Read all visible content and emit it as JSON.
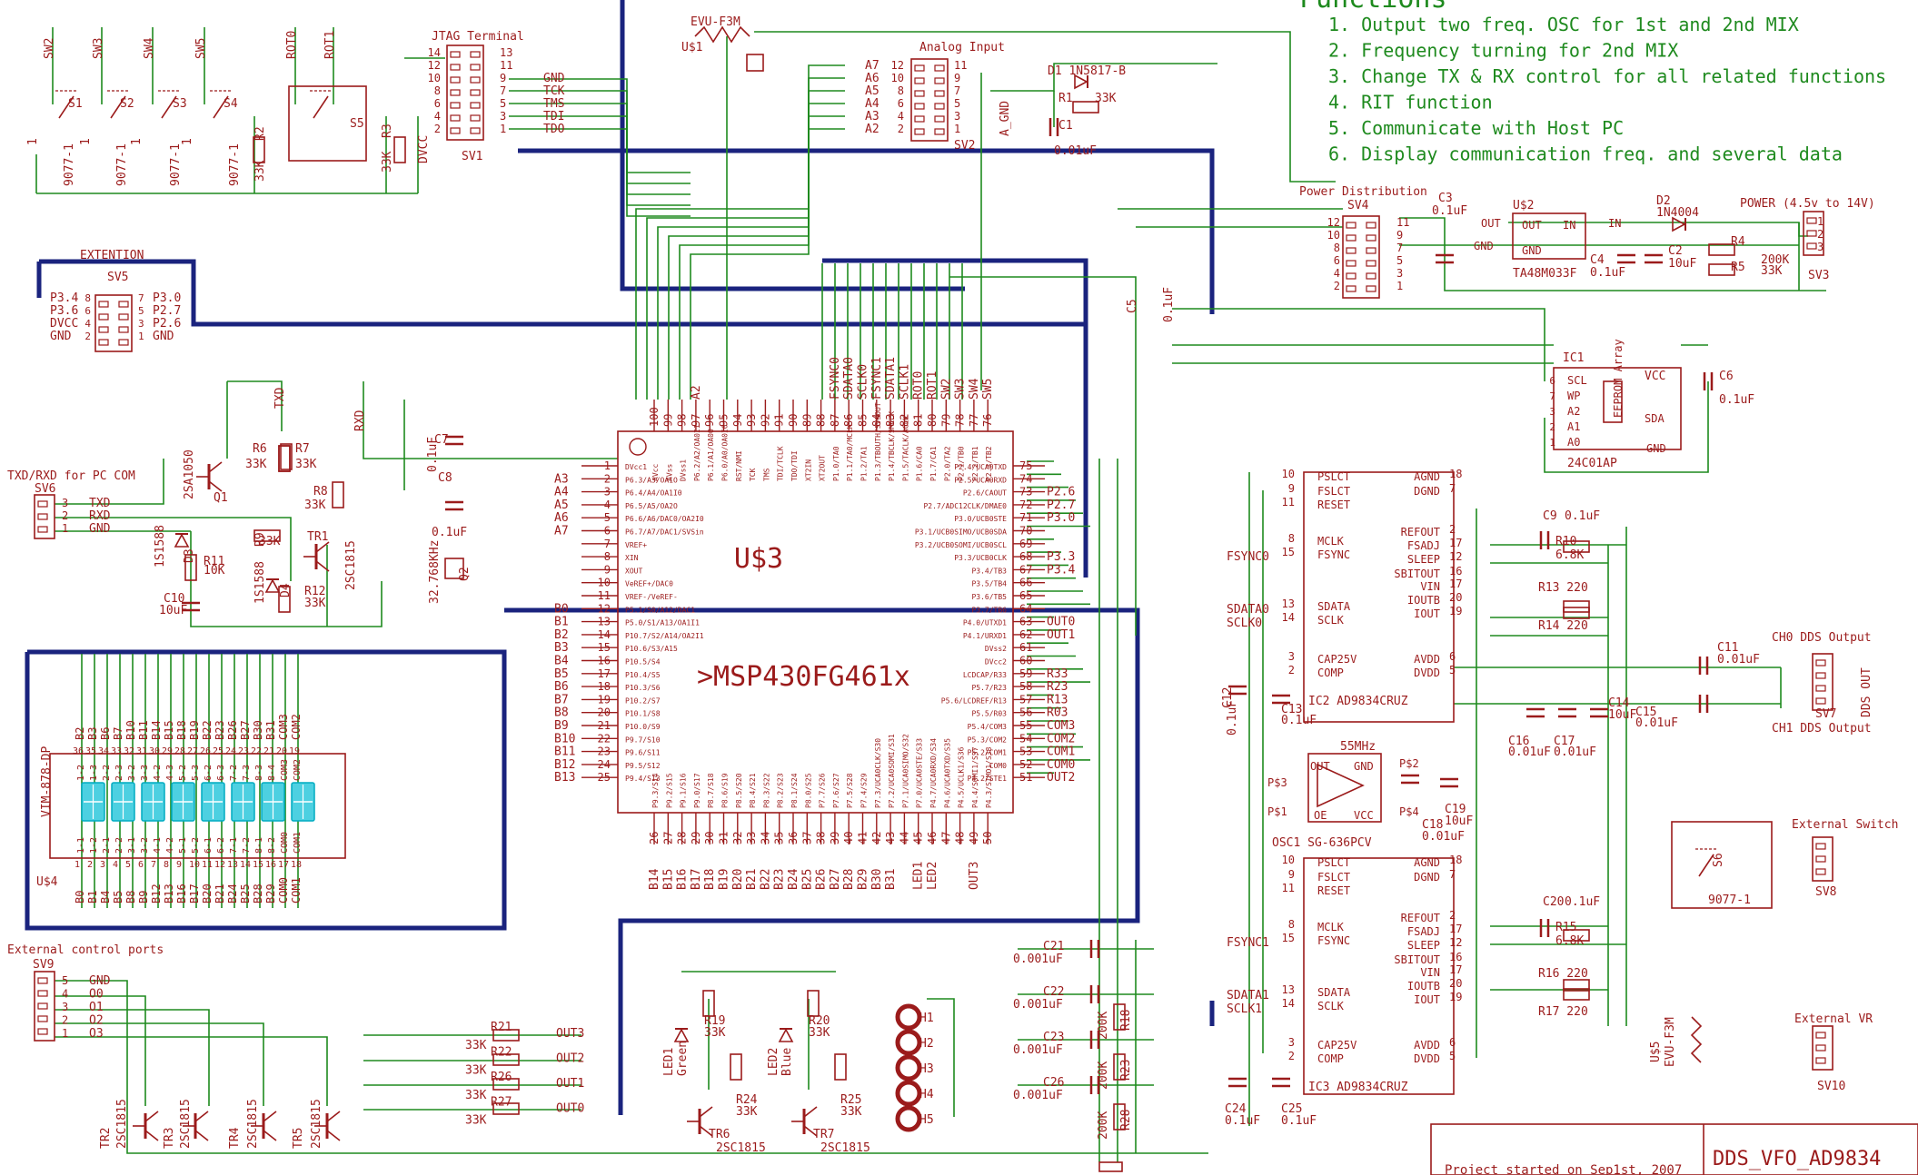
{
  "colors": {
    "wire": "#1e8a1e",
    "part": "#9b1b1b",
    "bus": "#1a237e",
    "functions_text": "#1e8a1e",
    "lcd_segment": "#4dd0e1"
  },
  "functions": {
    "title": "Functions",
    "items": [
      "1. Output two freq. OSC for 1st and 2nd MIX",
      "2. Frequency turning for 2nd MIX",
      "3. Change TX & RX control for all related functions",
      "4. RIT function",
      "5. Communicate with Host PC",
      "6. Display communication freq. and several data"
    ]
  },
  "title_block": {
    "name": "DDS_VFO_AD9834",
    "note": "Project started on Sep1st, 2007"
  },
  "mcu": {
    "ref": "U$3",
    "value": ">MSP430FG461x",
    "left_pin_nums": [
      "1",
      "2",
      "3",
      "4",
      "5",
      "6",
      "7",
      "8",
      "9",
      "10",
      "11",
      "12",
      "13",
      "14",
      "15",
      "16",
      "17",
      "18",
      "19",
      "20",
      "21",
      "22",
      "23",
      "24",
      "25"
    ],
    "left_pin_names": [
      "DVcc1",
      "P6.3/A3/OA1O",
      "P6.4/A4/OA1I0",
      "P6.5/A5/OA2O",
      "P6.6/A6/DAC0/OA2I0",
      "P6.7/A7/DAC1/SVSin",
      "VREF+",
      "XIN",
      "XOUT",
      "VeREF+/DAC0",
      "VREF-/VeREF-",
      "P5.1/S0/A12/DAC1",
      "P5.0/S1/A13/OA1I1",
      "P10.7/S2/A14/OA2I1",
      "P10.6/S3/A15",
      "P10.5/S4",
      "P10.4/S5",
      "P10.3/S6",
      "P10.2/S7",
      "P10.1/S8",
      "P10.0/S9",
      "P9.7/S10",
      "P9.6/S11",
      "P9.5/S12",
      "P9.4/S13"
    ],
    "left_nets": [
      "",
      "A3",
      "A4",
      "A5",
      "A6",
      "A7",
      "",
      "",
      "",
      "",
      "",
      "B0",
      "B1",
      "B2",
      "B3",
      "B4",
      "B5",
      "B6",
      "B7",
      "B8",
      "B9",
      "B10",
      "B11",
      "B12",
      "B13"
    ],
    "right_pin_nums": [
      "75",
      "74",
      "73",
      "72",
      "71",
      "70",
      "69",
      "68",
      "67",
      "66",
      "65",
      "64",
      "63",
      "62",
      "61",
      "60",
      "59",
      "58",
      "57",
      "56",
      "55",
      "54",
      "53",
      "52",
      "51"
    ],
    "right_pin_names": [
      "P2.4/UCA0TXD",
      "P2.5/UCA0RXD",
      "P2.6/CAOUT",
      "P2.7/ADC12CLK/DMAE0",
      "P3.0/UCB0STE",
      "P3.1/UCB0SIMO/UCB0SDA",
      "P3.2/UCB0SOMI/UCB0SCL",
      "P3.3/UCB0CLK",
      "P3.4/TB3",
      "P3.5/TB4",
      "P3.6/TB5",
      "P3.7/TB6",
      "P4.0/UTXD1",
      "P4.1/URXD1",
      "DVss2",
      "DVcc2",
      "LCDCAP/R33",
      "P5.7/R23",
      "P5.6/LCDREF/R13",
      "P5.5/R03",
      "P5.4/COM3",
      "P5.3/COM2",
      "P5.2/COM1",
      "COM0",
      "P4.2/STE1"
    ],
    "right_nets": [
      "",
      "",
      "P2.6",
      "P2.7",
      "P3.0",
      "",
      "",
      "P3.3",
      "P3.4",
      "",
      "",
      "",
      "OUT0",
      "OUT1",
      "",
      "",
      "R33",
      "R23",
      "R13",
      "R03",
      "COM3",
      "COM2",
      "COM1",
      "COM0",
      "OUT2"
    ],
    "top_pin_nums": [
      "100",
      "99",
      "98",
      "97",
      "96",
      "95",
      "94",
      "93",
      "92",
      "91",
      "90",
      "89",
      "88",
      "87",
      "86",
      "85",
      "84",
      "83",
      "82",
      "81",
      "80",
      "79",
      "78",
      "77",
      "76"
    ],
    "top_pin_names": [
      "AVcc",
      "AVss",
      "DVss1",
      "P6.2/A2/OA0I1",
      "P6.1/A1/OA0O",
      "P6.0/A0/OA0I0",
      "RST/NMI",
      "TCK",
      "TMS",
      "TDI/TCLK",
      "TDO/TDI",
      "XT2IN",
      "XT2OUT",
      "P1.0/TA0",
      "P1.1/TA0/MCLK",
      "P1.2/TA1",
      "P1.3/TBOUTH/SVSOUT",
      "P1.4/TBCLK/SMCLK",
      "P1.5/TACLK/ACLK",
      "P1.6/CA0",
      "P1.7/CA1",
      "P2.0/TA2",
      "P2.1/TB0",
      "P2.2/TB1",
      "P2.3/TB2"
    ],
    "top_nets": [
      "",
      "",
      "",
      "A2",
      "",
      "",
      "",
      "",
      "",
      "",
      "",
      "",
      "",
      "FSYNC0",
      "SDATA0",
      "SCLK0",
      "FSYNC1",
      "SDATA1",
      "SCLK1",
      "ROT0",
      "ROT1",
      "SW2",
      "SW3",
      "SW4",
      "SW5"
    ],
    "bottom_pin_nums": [
      "26",
      "27",
      "28",
      "29",
      "30",
      "31",
      "32",
      "33",
      "34",
      "35",
      "36",
      "37",
      "38",
      "39",
      "40",
      "41",
      "42",
      "43",
      "44",
      "45",
      "46",
      "47",
      "48",
      "49",
      "50"
    ],
    "bottom_pin_names": [
      "P9.3/S14",
      "P9.2/S15",
      "P9.1/S16",
      "P9.0/S17",
      "P8.7/S18",
      "P8.6/S19",
      "P8.5/S20",
      "P8.4/S21",
      "P8.3/S22",
      "P8.2/S23",
      "P8.1/S24",
      "P8.0/S25",
      "P7.7/S26",
      "P7.6/S27",
      "P7.5/S28",
      "P7.4/S29",
      "P7.3/UCA0CLK/S30",
      "P7.2/UCA0SOMI/S31",
      "P7.1/UCA0SIMO/S32",
      "P7.0/UCA0STE/S33",
      "P4.7/UCA0RXD/S34",
      "P4.6/UCA0TXD/S35",
      "P4.5/UCLK1/S36",
      "P4.4/SOMI1/S37",
      "P4.3/SIMO1/S38"
    ],
    "bottom_nets": [
      "B14",
      "B15",
      "B16",
      "B17",
      "B18",
      "B19",
      "B20",
      "B21",
      "B22",
      "B23",
      "B24",
      "B25",
      "B26",
      "B27",
      "B28",
      "B29",
      "B30",
      "B31",
      "",
      "LED1",
      "LED2",
      "",
      "",
      "OUT3",
      ""
    ]
  },
  "jtag": {
    "title": "JTAG Terminal",
    "ref": "SV1",
    "pins_left": [
      "14",
      "12",
      "10",
      "8",
      "6",
      "4",
      "2"
    ],
    "pins_right": [
      "13",
      "11",
      "9",
      "7",
      "5",
      "3",
      "1"
    ],
    "signals": [
      "GND",
      "TCK",
      "TMS",
      "TDI",
      "TDO"
    ]
  },
  "analog_input": {
    "title": "Analog Input",
    "ref": "SV2",
    "channels": [
      "A7",
      "A6",
      "A5",
      "A4",
      "A3",
      "A2"
    ],
    "pins_left": [
      "12",
      "10",
      "8",
      "6",
      "4",
      "2"
    ],
    "pins_right": [
      "11",
      "9",
      "7",
      "5",
      "3",
      "1"
    ],
    "gnd": "A_GND"
  },
  "rotary": {
    "ref": "U$1",
    "value": "EVU-F3M"
  },
  "switches_top": {
    "nets": [
      "SW2",
      "SW3",
      "SW4",
      "SW5",
      "ROT0",
      "ROT1"
    ],
    "parts": [
      "S1",
      "S2",
      "S3",
      "S4",
      "S5"
    ],
    "value": "9077-1",
    "r2": {
      "ref": "R2",
      "value": "33K"
    },
    "r3": {
      "ref": "R3",
      "value": "33K"
    },
    "dvcc": "DVCC"
  },
  "diode_d1": {
    "ref": "D1",
    "value": "1N5817-B"
  },
  "r1": {
    "ref": "R1",
    "value": "33K"
  },
  "c1": {
    "ref": "C1",
    "value": "0.01uF"
  },
  "c5": {
    "ref": "C5",
    "value": "0.1uF"
  },
  "c7": {
    "ref": "C7",
    "value": "0.1uF"
  },
  "c8": {
    "ref": "C8",
    "value": "0.1uF"
  },
  "q2": {
    "ref": "Q2",
    "value": "32.768KHz"
  },
  "extension": {
    "title": "EXTENTION",
    "ref": "SV5",
    "left": [
      "P3.4",
      "P3.6",
      "DVCC",
      "GND"
    ],
    "left_pins": [
      "8",
      "6",
      "4",
      "2"
    ],
    "right_pins": [
      "7",
      "5",
      "3",
      "1"
    ],
    "right": [
      "P3.0",
      "P2.7",
      "P2.6",
      "GND"
    ]
  },
  "pc_com": {
    "title": "TXD/RXD for PC COM",
    "ref": "SV6",
    "pins": [
      "3",
      "2",
      "1"
    ],
    "signals": [
      "TXD",
      "RXD",
      "GND"
    ],
    "txd": "TXD",
    "rxd": "RXD",
    "q1": {
      "ref": "Q1",
      "value": "2SA1050"
    },
    "r6": {
      "ref": "R6",
      "value": "33K"
    },
    "r7": {
      "ref": "R7",
      "value": "33K"
    },
    "r8": {
      "ref": "R8",
      "value": "33K"
    },
    "r9": {
      "ref": "R9",
      "value": "33K"
    },
    "r11": {
      "ref": "R11",
      "value": "10K"
    },
    "r12": {
      "ref": "R12",
      "value": "33K"
    },
    "d3": {
      "ref": "D3",
      "value": "1S1588"
    },
    "d4": {
      "ref": "D4",
      "value": "1S1588"
    },
    "tr1": {
      "ref": "TR1",
      "value": "2SC1815"
    },
    "c10": {
      "ref": "C10",
      "value": "10uF"
    }
  },
  "lcd": {
    "ref": "U$4",
    "value": "VIM-878-DP",
    "top_nets": [
      "B2",
      "B3",
      "B6",
      "B7",
      "B10",
      "B11",
      "B14",
      "B15",
      "B18",
      "B19",
      "B22",
      "B23",
      "B26",
      "B27",
      "B30",
      "B31",
      "COM3",
      "COM2"
    ],
    "top_pins": [
      "36",
      "35",
      "34",
      "33",
      "32",
      "31",
      "30",
      "29",
      "28",
      "27",
      "26",
      "25",
      "24",
      "23",
      "22",
      "21",
      "20",
      "19"
    ],
    "bottom_pins": [
      "1",
      "2",
      "3",
      "4",
      "5",
      "6",
      "7",
      "8",
      "9",
      "10",
      "11",
      "12",
      "13",
      "14",
      "15",
      "16",
      "17",
      "18"
    ],
    "bottom_nets": [
      "B0",
      "B1",
      "B4",
      "B5",
      "B8",
      "B9",
      "B12",
      "B13",
      "B16",
      "B17",
      "B20",
      "B21",
      "B24",
      "B25",
      "B28",
      "B29",
      "COM0",
      "COM1"
    ],
    "top_segments": [
      "1-2",
      "1-3",
      "2-2",
      "2-3",
      "3-2",
      "3-3",
      "4-2",
      "4-3",
      "5-2",
      "5-3",
      "6-2",
      "6-3",
      "7-2",
      "7-3",
      "8-3",
      "8-4",
      "COM3",
      "COM2"
    ],
    "bottom_segments": [
      "1-1",
      "1-2",
      "2-1",
      "2-2",
      "3-1",
      "3-2",
      "4-1",
      "4-2",
      "5-1",
      "5-2",
      "6-1",
      "6-2",
      "7-1",
      "7-2",
      "8-1",
      "8-2",
      "COM0",
      "COM1"
    ],
    "digits": 8
  },
  "ext_ports": {
    "title": "External control ports",
    "ref": "SV9",
    "pins": [
      "5",
      "4",
      "3",
      "2",
      "1"
    ],
    "signals": [
      "GND",
      "O0",
      "O1",
      "O2",
      "O3"
    ],
    "outs": [
      "OUT3",
      "OUT2",
      "OUT1",
      "OUT0"
    ],
    "resistors": [
      {
        "ref": "R21",
        "value": "33K"
      },
      {
        "ref": "R22",
        "value": "33K"
      },
      {
        "ref": "R26",
        "value": "33K"
      },
      {
        "ref": "R27",
        "value": "33K"
      }
    ],
    "transistors": [
      {
        "ref": "TR2",
        "value": "2SC1815"
      },
      {
        "ref": "TR3",
        "value": "2SC1815"
      },
      {
        "ref": "TR4",
        "value": "2SC1815"
      },
      {
        "ref": "TR5",
        "value": "2SC1815"
      }
    ]
  },
  "leds": [
    {
      "ref": "LED1",
      "color": "Green",
      "r_ref": "R19",
      "r_val": "33K",
      "rb_ref": "R24",
      "rb_val": "33K",
      "tr": "TR6",
      "tr_val": "2SC1815"
    },
    {
      "ref": "LED2",
      "color": "Blue",
      "r_ref": "R20",
      "r_val": "33K",
      "rb_ref": "R25",
      "rb_val": "33K",
      "tr": "TR7",
      "tr_val": "2SC1815"
    }
  ],
  "holes": [
    "H1",
    "H2",
    "H3",
    "H4",
    "H5"
  ],
  "power_dist": {
    "title": "Power Distribution",
    "ref": "SV4",
    "pins_left": [
      "12",
      "10",
      "8",
      "6",
      "4",
      "2"
    ],
    "pins_right": [
      "11",
      "9",
      "7",
      "5",
      "3",
      "1"
    ]
  },
  "regulator": {
    "ref": "U$2",
    "value": "TA48M033F",
    "out": "OUT",
    "in": "IN",
    "gnd": "GND"
  },
  "c3": {
    "ref": "C3",
    "value": "0.1uF"
  },
  "c4": {
    "ref": "C4",
    "value": "0.1uF"
  },
  "c2": {
    "ref": "C2",
    "value": "10uF"
  },
  "d2": {
    "ref": "D2",
    "value": "1N4004"
  },
  "r4": {
    "ref": "R4",
    "value": "200K"
  },
  "r5": {
    "ref": "R5",
    "value": "33K"
  },
  "power_in": {
    "title": "POWER (4.5v to 14V)",
    "ref": "SV3",
    "pins": [
      "1",
      "2",
      "3"
    ]
  },
  "eeprom": {
    "ref": "IC1",
    "value": "24C01AP",
    "label": "EEPROM Array",
    "pins_left": [
      "SCL",
      "WP",
      "A2",
      "A1",
      "A0"
    ],
    "pin_nums_left": [
      "6",
      "7",
      "3",
      "2",
      "1"
    ],
    "vcc": "VCC",
    "sda": "SDA",
    "gnd": "GND",
    "c6": {
      "ref": "C6",
      "value": "0.1uF"
    }
  },
  "dds": [
    {
      "ref": "IC2",
      "value": "AD9834CRUZ",
      "left": [
        "PSLCT",
        "FSLCT",
        "RESET",
        "MCLK",
        "FSYNC",
        "SDATA",
        "SCLK",
        "CAP25V",
        "COMP"
      ],
      "left_nums": [
        "10",
        "9",
        "11",
        "8",
        "15",
        "13",
        "14",
        "3",
        "2"
      ],
      "right": [
        "AGND",
        "DGND",
        "REFOUT",
        "FSADJ",
        "SLEEP",
        "SBITOUT",
        "VIN",
        "IOUTB",
        "IOUT",
        "AVDD",
        "DVDD"
      ],
      "right_nums": [
        "18",
        "7",
        "2",
        "17",
        "12",
        "16",
        "17",
        "20",
        "19",
        "6",
        "5"
      ],
      "fsync": "FSYNC0",
      "sdata": "SDATA0",
      "sclk": "SCLK0",
      "c_ref": "C9",
      "c_val": "0.1uF",
      "r_ref": "R10",
      "r_val": "6.8K",
      "ra_ref": "R13",
      "ra_val": "220",
      "rb_ref": "R14",
      "rb_val": "220",
      "c_a": {
        "ref": "C12",
        "value": "0.1uF"
      },
      "c_b": {
        "ref": "C13",
        "value": "0.1uF"
      }
    },
    {
      "ref": "IC3",
      "value": "AD9834CRUZ",
      "left": [
        "PSLCT",
        "FSLCT",
        "RESET",
        "MCLK",
        "FSYNC",
        "SDATA",
        "SCLK",
        "CAP25V",
        "COMP"
      ],
      "left_nums": [
        "10",
        "9",
        "11",
        "8",
        "15",
        "13",
        "14",
        "3",
        "2"
      ],
      "right": [
        "AGND",
        "DGND",
        "REFOUT",
        "FSADJ",
        "SLEEP",
        "SBITOUT",
        "VIN",
        "IOUTB",
        "IOUT",
        "AVDD",
        "DVDD"
      ],
      "right_nums": [
        "18",
        "7",
        "2",
        "17",
        "12",
        "16",
        "17",
        "20",
        "19",
        "6",
        "5"
      ],
      "fsync": "FSYNC1",
      "sdata": "SDATA1",
      "sclk": "SCLK1",
      "c_ref": "C20",
      "c_val": "0.1uF",
      "r_ref": "R15",
      "r_val": "6.8K",
      "ra_ref": "R16",
      "ra_val": "220",
      "rb_ref": "R17",
      "rb_val": "220",
      "c_a": {
        "ref": "C24",
        "value": "0.1uF"
      },
      "c_b": {
        "ref": "C25",
        "value": "0.1uF"
      }
    }
  ],
  "osc": {
    "ref": "OSC1",
    "value": "SG-636PCV",
    "freq": "55MHz",
    "out": "OUT",
    "gnd": "GND",
    "oe": "OE",
    "vcc": "VCC",
    "c18": {
      "ref": "C18",
      "value": "0.01uF"
    },
    "c19": {
      "ref": "C19",
      "value": "10uF"
    }
  },
  "dds_out": {
    "ch0": "CH0 DDS Output",
    "ch1": "CH1 DDS Output",
    "ref": "SV7",
    "label": "DDS OUT",
    "c11": {
      "ref": "C11",
      "value": "0.01uF"
    },
    "c15": {
      "ref": "C15",
      "value": "0.01uF"
    },
    "c14": {
      "ref": "C14",
      "value": "10uF"
    },
    "c16": {
      "ref": "C16",
      "value": "0.01uF"
    },
    "c17": {
      "ref": "C17",
      "value": "0.01uF"
    }
  },
  "ext_switch": {
    "title": "External Switch",
    "ref": "SV8",
    "sw": "S6",
    "value": "9077-1"
  },
  "ext_vr": {
    "title": "External VR",
    "ref": "SV10",
    "part": "U$5",
    "value": "EVU-F3M"
  },
  "lcd_caps": [
    {
      "ref": "C21",
      "value": "0.001uF"
    },
    {
      "ref": "C22",
      "value": "0.001uF"
    },
    {
      "ref": "C23",
      "value": "0.001uF"
    },
    {
      "ref": "C26",
      "value": "0.001uF"
    }
  ],
  "lcd_res": [
    {
      "ref": "R18",
      "value": "200K"
    },
    {
      "ref": "R23",
      "value": "200K"
    },
    {
      "ref": "R28",
      "value": "200K"
    }
  ]
}
